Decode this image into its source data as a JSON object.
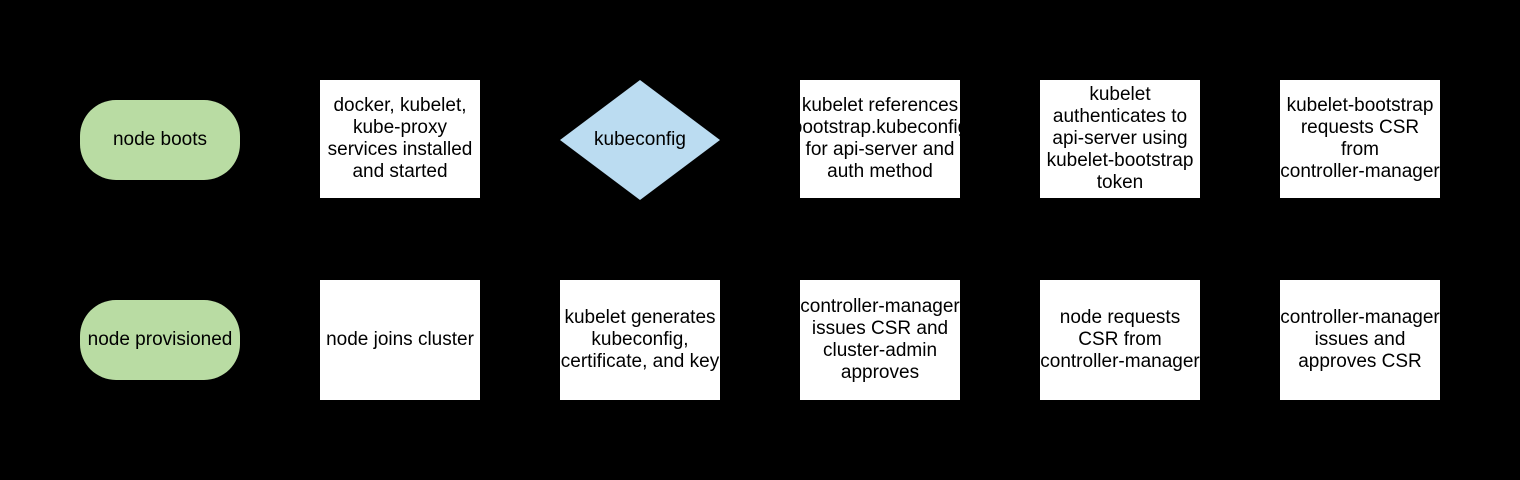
{
  "palette": {
    "background": "#000000",
    "terminal_fill": "#b9dca3",
    "process_fill": "#ffffff",
    "decision_fill": "#bbdcf1",
    "text_color": "#000000"
  },
  "diagram": {
    "type": "flowchart",
    "rows": [
      "top",
      "bottom"
    ],
    "nodes": [
      {
        "id": "node-boots",
        "shape": "terminal",
        "row": "top",
        "col": 0,
        "label": "node boots"
      },
      {
        "id": "services-installed",
        "shape": "process",
        "row": "top",
        "col": 1,
        "label": "docker, kubelet,\nkube-proxy\nservices installed\nand started"
      },
      {
        "id": "kubeconfig-decision",
        "shape": "decision",
        "row": "top",
        "col": 2,
        "label": "kubeconfig"
      },
      {
        "id": "kubelet-references-bootstrap-kubeconfig",
        "shape": "process",
        "row": "top",
        "col": 3,
        "label": "kubelet references\nbootstrap.kubeconfig\nfor api-server and\nauth method"
      },
      {
        "id": "kubelet-authenticates",
        "shape": "process",
        "row": "top",
        "col": 4,
        "label": "kubelet\nauthenticates to\napi-server using\nkubelet-bootstrap\ntoken"
      },
      {
        "id": "kubelet-bootstrap-requests-csr",
        "shape": "process",
        "row": "top",
        "col": 5,
        "label": "kubelet-bootstrap\nrequests CSR\nfrom\ncontroller-manager"
      },
      {
        "id": "node-provisioned",
        "shape": "terminal",
        "row": "bottom",
        "col": 0,
        "label": "node provisioned"
      },
      {
        "id": "node-joins-cluster",
        "shape": "process",
        "row": "bottom",
        "col": 1,
        "label": "node joins cluster"
      },
      {
        "id": "kubelet-generates-kubeconfig",
        "shape": "process",
        "row": "bottom",
        "col": 2,
        "label": "kubelet generates\nkubeconfig,\ncertificate, and key"
      },
      {
        "id": "controller-manager-issues-csr-cluster-admin-approves",
        "shape": "process",
        "row": "bottom",
        "col": 3,
        "label": "controller-manager\nissues CSR and\ncluster-admin\napproves"
      },
      {
        "id": "node-requests-csr",
        "shape": "process",
        "row": "bottom",
        "col": 4,
        "label": "node requests\nCSR from\ncontroller-manager"
      },
      {
        "id": "controller-manager-issues-and-approves-csr",
        "shape": "process",
        "row": "bottom",
        "col": 5,
        "label": "controller-manager\nissues and\napproves CSR"
      }
    ]
  }
}
